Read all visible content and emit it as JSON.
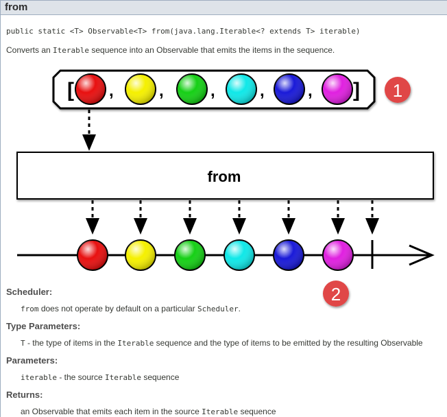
{
  "header": {
    "title": "from"
  },
  "signature": "public static <T> Observable<T> from(java.lang.Iterable<? extends T> iterable)",
  "description": {
    "pre": "Converts an ",
    "code": "Iterable",
    "post": " sequence into an Observable that emits the items in the sequence."
  },
  "diagram": {
    "operator_label": "from",
    "open_bracket": "[",
    "close_bracket": "]",
    "comma": ",",
    "item_colors": [
      "#e81010",
      "#f5f000",
      "#16d016",
      "#10e8e8",
      "#1a1ad8",
      "#e020e0"
    ],
    "badge_color": "#e04646",
    "badges": [
      "1",
      "2"
    ]
  },
  "sections": [
    {
      "title": "Scheduler:",
      "parts": [
        {
          "c": "from"
        },
        {
          "t": " does not operate by default on a particular "
        },
        {
          "c": "Scheduler"
        },
        {
          "t": "."
        }
      ]
    },
    {
      "title": "Type Parameters:",
      "parts": [
        {
          "c": "T"
        },
        {
          "t": " - the type of items in the "
        },
        {
          "c": "Iterable"
        },
        {
          "t": " sequence and the type of items to be emitted by the resulting Observable"
        }
      ]
    },
    {
      "title": "Parameters:",
      "parts": [
        {
          "c": "iterable"
        },
        {
          "t": " - the source "
        },
        {
          "c": "Iterable"
        },
        {
          "t": " sequence"
        }
      ]
    },
    {
      "title": "Returns:",
      "parts": [
        {
          "t": "an Observable that emits each item in the source "
        },
        {
          "c": "Iterable"
        },
        {
          "t": " sequence"
        }
      ]
    }
  ]
}
